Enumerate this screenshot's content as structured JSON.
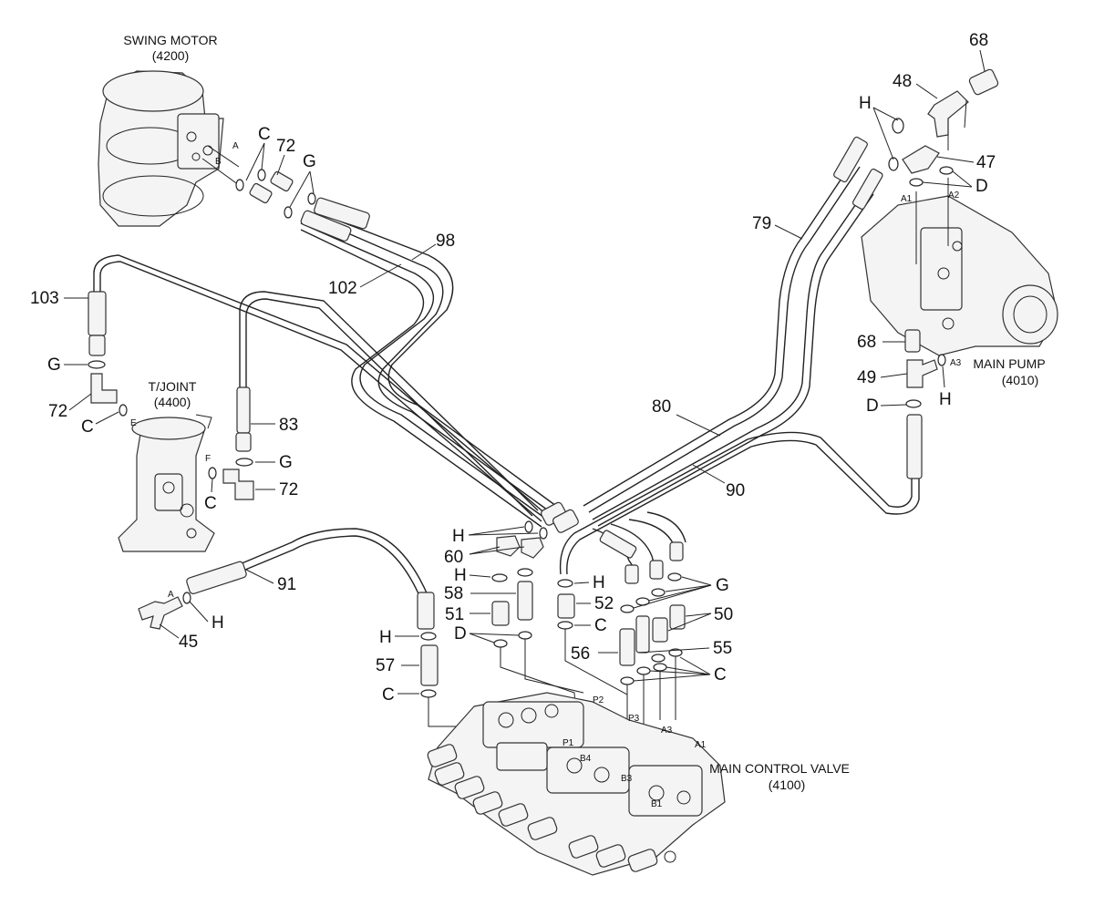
{
  "components": {
    "swing_motor": {
      "name": "SWING MOTOR",
      "code": "(4200)"
    },
    "t_joint": {
      "name": "T/JOINT",
      "code": "(4400)"
    },
    "main_pump": {
      "name": "MAIN PUMP",
      "code": "(4010)"
    },
    "main_control_valve": {
      "name": "MAIN CONTROL VALVE",
      "code": "(4100)"
    }
  },
  "part_callouts": {
    "p68_top": "68",
    "p48": "48",
    "p47": "47",
    "p79": "79",
    "p98": "98",
    "p102": "102",
    "p103": "103",
    "p72_top": "72",
    "p72_left": "72",
    "p72_tj": "72",
    "p83": "83",
    "p80": "80",
    "p90": "90",
    "p68_pump": "68",
    "p49": "49",
    "p60": "60",
    "p58": "58",
    "p51": "51",
    "p52": "52",
    "p50": "50",
    "p56": "56",
    "p55": "55",
    "p91": "91",
    "p45": "45",
    "p57": "57"
  },
  "letter_callouts": {
    "c_top": "C",
    "g_top": "G",
    "h_top": "H",
    "d_top": "D",
    "g_left": "G",
    "c_left": "C",
    "g_tj": "G",
    "c_tj": "C",
    "d_pump": "D",
    "h_pump": "H",
    "h_60": "H",
    "h_58": "H",
    "h_52": "H",
    "g_right": "G",
    "c_52": "C",
    "c_55": "C",
    "h_45": "H",
    "h_57": "H",
    "d_mid": "D",
    "c_57": "C"
  },
  "port_labels": {
    "a_swing": "A",
    "b_swing": "B",
    "e_tj": "E",
    "f_tj": "F",
    "a1_pump": "A1",
    "a2_pump": "A2",
    "a3_pump": "A3",
    "a_45": "A",
    "p2": "P2",
    "p1": "P1",
    "b4": "B4",
    "a3_mcv": "A3",
    "a1_mcv": "A1",
    "b3": "B3",
    "p3": "P3",
    "b1": "B1"
  }
}
